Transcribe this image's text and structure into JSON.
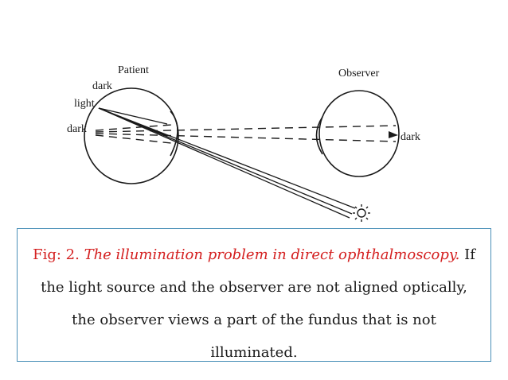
{
  "diagram": {
    "labels": {
      "patient": "Patient",
      "observer": "Observer",
      "dark_top": "dark",
      "light": "light",
      "dark_left": "dark",
      "dark_right": "dark"
    }
  },
  "caption": {
    "fig_label": "Fig: 2.",
    "title": "The illumination problem in direct ophthalmoscopy.",
    "body": "If the light source and the observer are not aligned optically, the observer views a part of the fundus that is not illuminated."
  },
  "colors": {
    "fig_label": "#d42020",
    "border": "#4a90b8",
    "text": "#1a1a1a"
  }
}
